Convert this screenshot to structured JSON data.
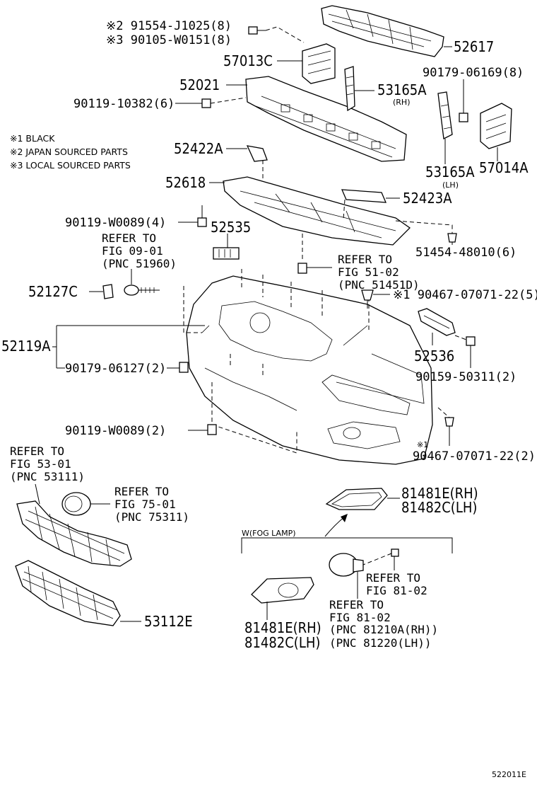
{
  "legend": {
    "note1": "※1 BLACK",
    "note2": "※2 JAPAN SOURCED PARTS",
    "note3": "※3 LOCAL SOURCED PARTS"
  },
  "labels": {
    "p91554": "※2 91554-J1025(8)",
    "p90105": "※3 90105-W0151(8)",
    "p57013c": "57013C",
    "p52617": "52617",
    "p52021": "52021",
    "p90179_06169": "90179-06169(8)",
    "p90119_10382": "90119-10382(6)",
    "p53165a_rh": "53165A",
    "rh_tag": "(RH)",
    "p52422a": "52422A",
    "p53165a_lh": "53165A",
    "p57014a": "57014A",
    "lh_tag": "(LH)",
    "p52618": "52618",
    "p52423a": "52423A",
    "p90119_w0089_4": "90119-W0089(4)",
    "p52535": "52535",
    "p51454": "51454-48010(6)",
    "ref1_l1": "REFER TO",
    "ref1_l2": "FIG 09-01",
    "ref1_l3": "(PNC 51960)",
    "ref2_l1": "REFER TO",
    "ref2_l2": "FIG 51-02",
    "ref2_l3": "(PNC 51451D)",
    "p52127c": "52127C",
    "p90467_5": "※1 90467-07071-22(5)",
    "p52119a": "52119A",
    "p52536": "52536",
    "p90179_06127": "90179-06127(2)",
    "p90159": "90159-50311(2)",
    "p90119_w0089_2": "90119-W0089(2)",
    "p90467_2_mark": "※1",
    "p90467_2": "90467-07071-22(2)",
    "ref3_l1": "REFER TO",
    "ref3_l2": "FIG 53-01",
    "ref3_l3": "(PNC 53111)",
    "ref4_l1": "REFER TO",
    "ref4_l2": "FIG 75-01",
    "ref4_l3": "(PNC 75311)",
    "p81481e_rh": "81481E(RH)",
    "p81482c_lh": "81482C(LH)",
    "fog_lamp": "W(FOG LAMP)",
    "ref5_l1": "REFER TO",
    "ref5_l2": "FIG 81-02",
    "ref6_l1": "REFER TO",
    "ref6_l2": "FIG 81-02",
    "p53112e": "53112E",
    "p81481e_rh2": "81481E(RH)",
    "p81482c_lh2": "81482C(LH)",
    "pnc81210a": "(PNC 81210A(RH))",
    "pnc81220": "(PNC 81220(LH))",
    "diagram_id": "522011E"
  }
}
